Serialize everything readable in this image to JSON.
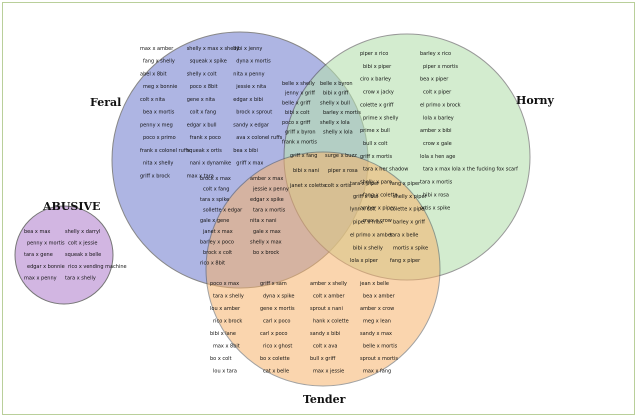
{
  "set_labels": {
    "feral": "Feral",
    "horny": "Horny",
    "tender": "Tender",
    "abusive": "ABUSIVE"
  },
  "colors": {
    "feral": "#8d96d8",
    "horny": "#b7e0b0",
    "tender": "#f6b36c",
    "abusive": "#c8a4dc",
    "outline": "#555555"
  },
  "regions": {
    "feral": [
      "max x amber",
      "shelly x max x shelly",
      "bibi x jenny",
      "fang x shelly",
      "squeak x spike",
      "dyna x mortis",
      "abel x 8bit",
      "shelly x colt",
      "nita x penny",
      "meg x bonnie",
      "poco x 8bit",
      "jessie x nita",
      "colt x nita",
      "gene x nita",
      "edgar x bibi",
      "bea x mortis",
      "colt x fang",
      "brock x sprout",
      "penny x meg",
      "edgar x bull",
      "sandy x edgar",
      "poco x primo",
      "frank x poco",
      "ava x colonel ruffs",
      "frank x colonel ruffs",
      "squeak x ortis",
      "bea x bibi",
      "nita x shelly",
      "nani x dynamike",
      "griff x max",
      "griff x brock",
      "max x tara"
    ],
    "horny": [
      "piper x rico",
      "barley x rico",
      "bibi x piper",
      "piper x mortis",
      "ciro x barley",
      "bea x piper",
      "crow x jacky",
      "colt x piper",
      "colette x griff",
      "el primo x brock",
      "prime x shelly",
      "lola x barley",
      "prime x bull",
      "amber x bibi",
      "bull x colt",
      "crow x gale",
      "griff x mortis",
      "lola x hen age",
      "tara x her shadow",
      "tara x max lola x the fucking fox scarf",
      "shelly x pam",
      "tara x mortis",
      "fang x colette",
      "bibi x rosa",
      "amber x piper",
      "ortis x spike",
      "max x crow"
    ],
    "feral_horny": [
      "belle x shelly",
      "belle x byron",
      "jenny x griff",
      "bibi x griff",
      "belle x griff",
      "shelly x bull",
      "bibi x colt",
      "barley x mortis",
      "poco x griff",
      "shelly x lola",
      "griff x byron",
      "shelly x lola",
      "frank x mortis"
    ],
    "feral_tender": [
      "brock x max",
      "amber x max",
      "colt x fang",
      "jessie x penny",
      "tara x spike",
      "edgar x spike",
      "sollette x edgar",
      "tara x mortis",
      "gale x gene",
      "nita x nani",
      "janet x max",
      "gale x max",
      "barley x poco",
      "shelly x max",
      "brock x colt",
      "bo x brock",
      "rico x 8bit"
    ],
    "horny_tender": [
      "tara x piper",
      "fang x piper",
      "griff x lola",
      "shelly x piper",
      "lynn x colt",
      "colette x piper",
      "piper x max",
      "barley x griff",
      "el primo x amber",
      "tara x belle",
      "bibi x shelly",
      "mortis x spike",
      "lola x piper",
      "fang x piper"
    ],
    "all_three": [
      "griff x fang",
      "surge x buzz",
      "bibi x nani",
      "piper x rosa",
      "janet x colette",
      "colt x ortis"
    ],
    "tender": [
      "poco x max",
      "griff x sam",
      "amber x shelly",
      "jean x belle",
      "tara x shelly",
      "dyna x spike",
      "colt x amber",
      "bea x amber",
      "lou x amber",
      "gene x mortis",
      "sprout x nani",
      "amber x crow",
      "rico x brock",
      "carl x poco",
      "hank x colette",
      "meg x lean",
      "bibi x lane",
      "carl x poco",
      "sandy x bibi",
      "sandy x max",
      "max x 8bit",
      "rico x ghost",
      "colt x ava",
      "belle x mortis",
      "bo x colt",
      "bo x colette",
      "bull x griff",
      "sprout x mortis",
      "lou x tara",
      "cat x belle",
      "max x jessie",
      "max x fang"
    ],
    "abusive": [
      "bea x max",
      "shelly x darryl",
      "penny x mortis",
      "colt x jessie",
      "tara x gene",
      "squeak x belle",
      "edgar x bonnie",
      "rico x vending machine",
      "max x penny",
      "tara x shelly"
    ]
  }
}
